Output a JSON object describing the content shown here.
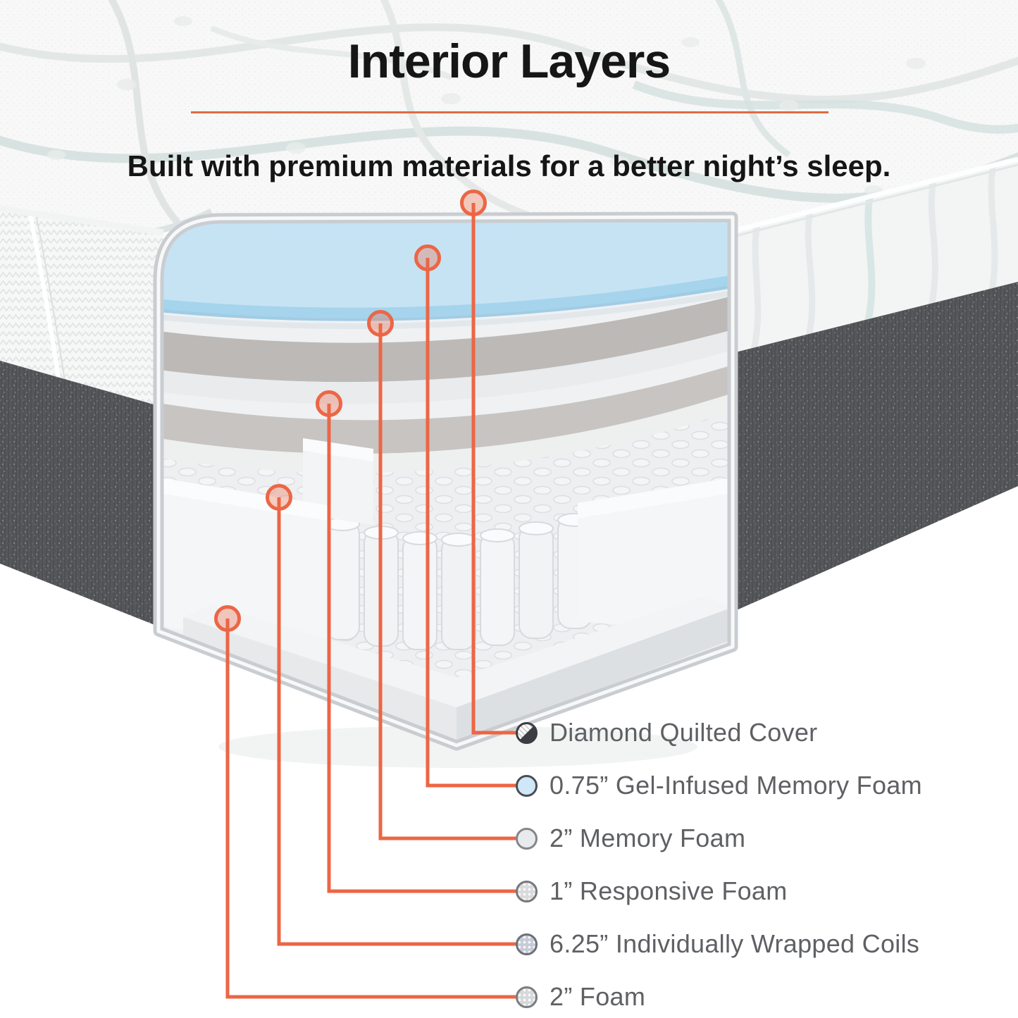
{
  "header": {
    "title": "Interior Layers",
    "subtitle": "Built with premium materials for a better night’s sleep."
  },
  "colors": {
    "accent_orange": "#EC6645",
    "divider_orange": "#DF6A45",
    "gel_blue": "#C6E3F4",
    "gel_blue_edge": "#A5D4EC",
    "charcoal_fabric": "#57585A",
    "frame_gray": "#C9CDD1",
    "title_text": "#161616",
    "legend_text": "#5E6064"
  },
  "legend": {
    "items": [
      {
        "label": "Diamond Quilted Cover",
        "icon": "diamond-quilted-cover-icon",
        "fill": "#F4F4F4",
        "fill_dark": "#3C3D42",
        "border": "#3B3C41",
        "variant": "split-hatch"
      },
      {
        "label": "0.75” Gel-Infused Memory Foam",
        "icon": "gel-memory-foam-icon",
        "fill": "#CFE7F6",
        "border": "#4A4D52",
        "variant": "plain"
      },
      {
        "label": "2” Memory Foam",
        "icon": "memory-foam-icon",
        "fill": "#E8EAEC",
        "border": "#84868B",
        "variant": "plain"
      },
      {
        "label": "1” Responsive Foam",
        "icon": "responsive-foam-icon",
        "fill": "#D8DADC",
        "border": "#76787C",
        "variant": "dotted"
      },
      {
        "label": "6.25” Individually Wrapped Coils",
        "icon": "wrapped-coils-icon",
        "fill": "#C6CBD6",
        "border": "#6D707A",
        "variant": "dotted"
      },
      {
        "label": "2” Foam",
        "icon": "foam-icon",
        "fill": "#D7D8DA",
        "border": "#7B7D80",
        "variant": "dotted"
      }
    ]
  }
}
